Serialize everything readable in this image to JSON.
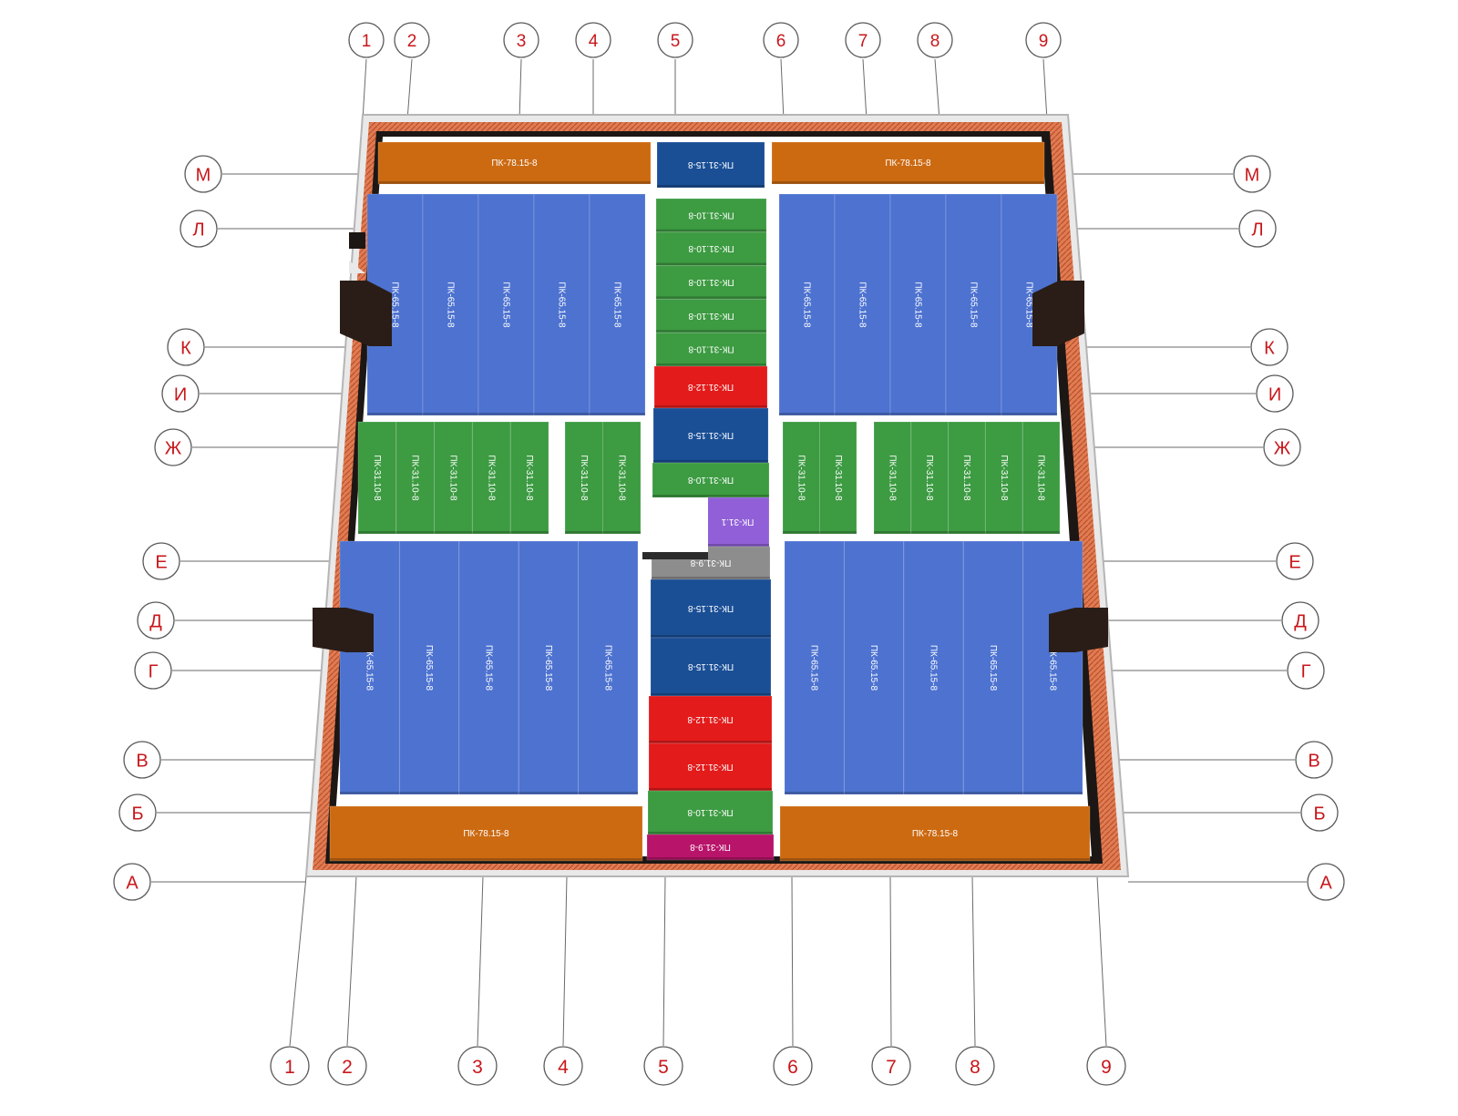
{
  "grid": {
    "columns": [
      "1",
      "2",
      "3",
      "4",
      "5",
      "6",
      "7",
      "8",
      "9"
    ],
    "rows": [
      "А",
      "Б",
      "В",
      "Г",
      "Д",
      "Е",
      "Ж",
      "И",
      "К",
      "Л",
      "М"
    ]
  },
  "colors": {
    "orange": "#cc6a12",
    "blue": "#4d72d0",
    "navy": "#1a4f96",
    "green": "#3d9b42",
    "red": "#e31b1b",
    "purple": "#9160d8",
    "gray": "#8d8d8d",
    "magenta": "#b8146a",
    "wall": "#1c1714",
    "brick": "#e07b52",
    "bubble_text": "#c8171b"
  },
  "slab_types": {
    "pk78": "ПК-78.15-8",
    "pk65": "ПК-65.15-8",
    "pk31_15": "ПК-31.15-8",
    "pk31_12": "ПК-31.12-8",
    "pk31_10": "ПК-31.10-8",
    "pk31_9": "ПК-31.9-8",
    "pk31_partial": "ПК-31.1"
  }
}
